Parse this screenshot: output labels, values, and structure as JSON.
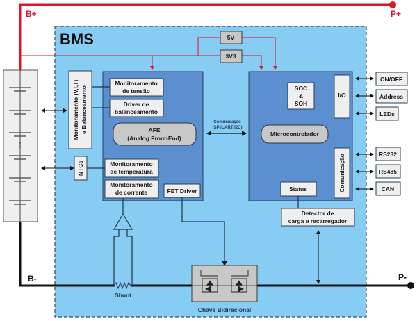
{
  "diagram": {
    "title": "BMS",
    "terminals": {
      "b_plus": "B+",
      "p_plus": "P+",
      "b_minus": "B-",
      "p_minus": "P-"
    },
    "power": {
      "v5": "5V",
      "v3v3": "3V3"
    },
    "left": {
      "monitoring_line1": "Monitoramento (V,I,T)",
      "monitoring_line2": "e Balanceamento",
      "ntcs": "NTCs"
    },
    "afe_block": {
      "voltage_mon": [
        "Monitoramento",
        "de tensão"
      ],
      "balance_driver": [
        "Driver de",
        "balanceamento"
      ],
      "afe": [
        "AFE",
        "(Analog Front-End)"
      ],
      "temp_mon": [
        "Monitoramento",
        "de temperatura"
      ],
      "current_mon": [
        "Monitoramento",
        "de corrente"
      ],
      "fet_driver": "FET Driver"
    },
    "comm_link": [
      "Comunicação",
      "(SPI/UART/I2C)"
    ],
    "mcu_block": {
      "soc": [
        "SOC",
        "&",
        "SOH"
      ],
      "io": "I/O",
      "mcu": "Microcontrolador",
      "comm": "Comunicação",
      "status": "Status"
    },
    "detector": [
      "Detector de",
      "carga e recarregador"
    ],
    "io_ports": [
      "ON/OFF",
      "Address",
      "LEDs"
    ],
    "comm_ports": [
      "RS232",
      "RS485",
      "CAN"
    ],
    "shunt": "Shunt",
    "switch": "Chave Bidirecional",
    "colors": {
      "bms_bg": "#87ccf2",
      "block_bg": "#5b8fd0",
      "power_red": "#e0152b",
      "ground": "#111111"
    }
  }
}
